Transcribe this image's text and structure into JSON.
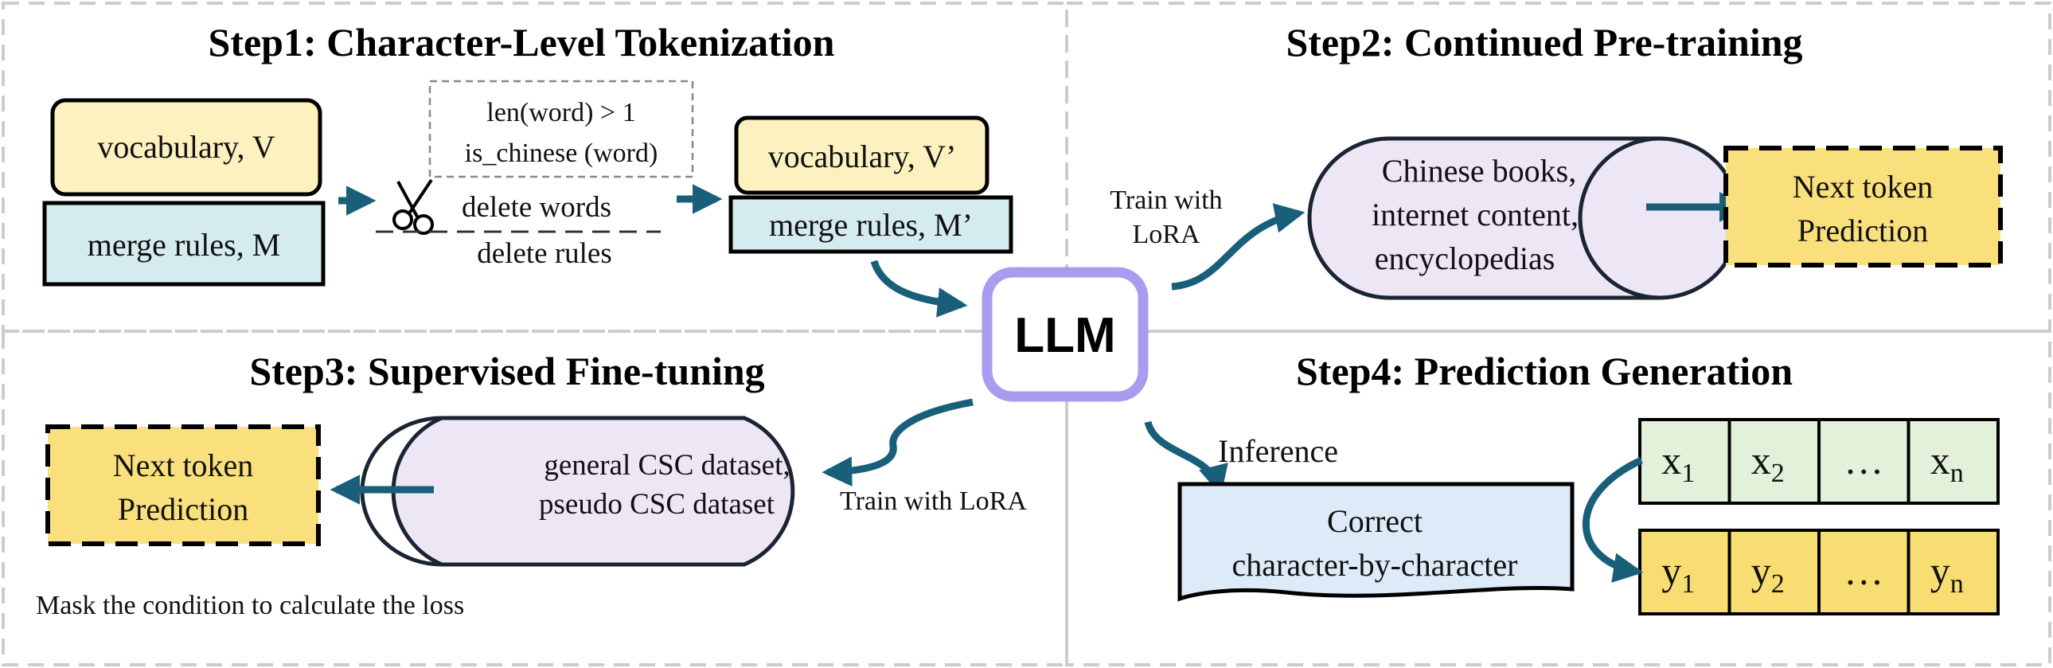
{
  "step1": {
    "title": "Step1: Character-Level Tokenization",
    "vocab": "vocabulary, V",
    "merge": "merge rules, M",
    "cond1": "len(word) > 1",
    "cond2": "is_chinese (word)",
    "delete_words": "delete words",
    "delete_rules": "delete rules",
    "vocab_new": "vocabulary, V’",
    "merge_new": "merge rules, M’"
  },
  "step2": {
    "title": "Step2: Continued Pre-training",
    "train_1": "Train with",
    "train_2": "LoRA",
    "data_1": "Chinese books,",
    "data_2": "internet content,",
    "data_3": "encyclopedias",
    "pred_1": "Next token",
    "pred_2": "Prediction"
  },
  "llm": "LLM",
  "step3": {
    "title": "Step3: Supervised Fine-tuning",
    "pred_1": "Next token",
    "pred_2": "Prediction",
    "data_1": "general CSC dataset,",
    "data_2": "pseudo CSC dataset",
    "train": "Train with LoRA",
    "mask": "Mask the condition to calculate the loss"
  },
  "step4": {
    "title": "Step4: Prediction Generation",
    "inference": "Inference",
    "correct_1": "Correct",
    "correct_2": "character-by-character",
    "x_cells": [
      {
        "base": "x",
        "sub": "1"
      },
      {
        "base": "x",
        "sub": "2"
      },
      {
        "base": "…",
        "sub": ""
      },
      {
        "base": "x",
        "sub": "n"
      }
    ],
    "y_cells": [
      {
        "base": "y",
        "sub": "1"
      },
      {
        "base": "y",
        "sub": "2"
      },
      {
        "base": "…",
        "sub": ""
      },
      {
        "base": "y",
        "sub": "n"
      }
    ]
  },
  "colors": {
    "vocab_fill": "#FDF1C0",
    "merge_fill": "#D4ECEF",
    "cylinder_fill": "#ECE6F5",
    "prediction_fill": "#FAE07C",
    "llm_border": "#A99CF0",
    "arrow": "#1A5F7A",
    "x_fill": "#E3F1DA",
    "y_fill": "#F8DE72",
    "scroll_fill": "#DCEBF7",
    "panel_border": "#CCCCCC"
  }
}
